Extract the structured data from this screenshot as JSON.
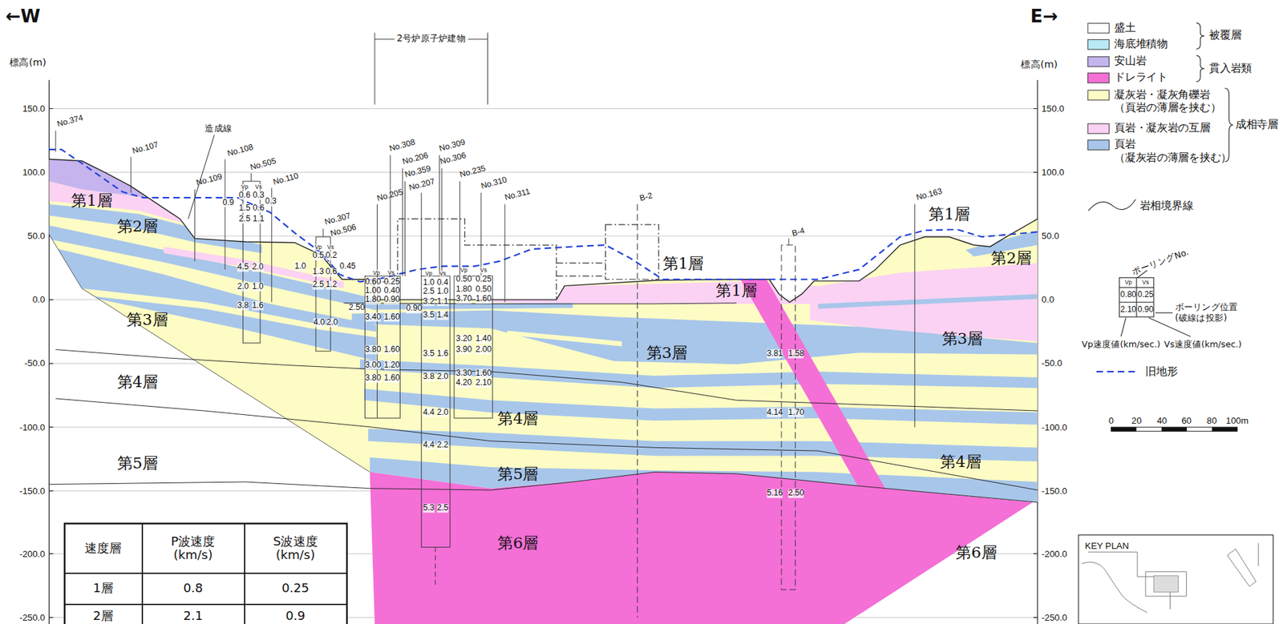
{
  "diagram": {
    "labels": [
      "←W",
      "E→",
      "標高(m)",
      "標高(m)",
      "150.0",
      "100.0",
      "50.0",
      "0.0",
      "-50.0",
      "-100.0",
      "-150.0",
      "-200.0",
      "-250.0",
      "150.0",
      "100.0",
      "50.0",
      "0.0",
      "-50.0",
      "-100.0",
      "-150.0",
      "-200.0",
      "-250.0",
      "2号炉原子炉建物",
      "造成線",
      "No.374",
      "No.107",
      "No.108",
      "No.109",
      "No.505",
      "No.110",
      "No.307",
      "No.506",
      "No.308",
      "No.206",
      "No.309",
      "No.359",
      "No.306",
      "No.207",
      "No.205",
      "No.235",
      "No.310",
      "No.311",
      "B-2",
      "B-4",
      "No.163",
      "第1層",
      "第2層",
      "第3層",
      "第4層",
      "第5層",
      "第1層",
      "第1層",
      "第3層",
      "第4層",
      "第5層",
      "第6層",
      "第1層",
      "第2層",
      "第3層",
      "第4層",
      "第6層",
      "Vp",
      "Vs",
      "0.6",
      "0.3",
      "0.9",
      "0.3",
      "1.5",
      "0.6",
      "2.5",
      "1.1",
      "4.5",
      "2.0",
      "2.0",
      "1.0",
      "3.8",
      "1.6",
      "Vp",
      "Vs",
      "0.5",
      "0.2",
      "1.0",
      "0.45",
      "1.3",
      "0.6",
      "2.5",
      "1.2",
      "4.0",
      "2.0",
      "Vp",
      "Vs",
      "0.60",
      "0.25",
      "1.00",
      "0.40",
      "1.80",
      "0.90",
      "2.50",
      "0.90",
      "3.40",
      "1.60",
      "3.80",
      "1.60",
      "3.00",
      "1.20",
      "3.80",
      "1.60",
      "Vp",
      "Vs",
      "1.0",
      "0.4",
      "2.5",
      "1.0",
      "3.2",
      "1.1",
      "3.5",
      "1.4",
      "3.5",
      "1.6",
      "3.8",
      "2.0",
      "4.4",
      "2.0",
      "4.4",
      "2.2",
      "5.3",
      "2.5",
      "Vp",
      "Vs",
      "0.50",
      "0.25",
      "1.80",
      "0.50",
      "3.70",
      "1.60",
      "3.20",
      "1.40",
      "3.90",
      "2.00",
      "3.30",
      "1.60",
      "4.20",
      "2.10",
      "3.81",
      "1.58",
      "4.14",
      "1.70",
      "5.16",
      "2.50",
      "速度層",
      "P波速度 (km/s)",
      "S波速度 (km/s)",
      "1層",
      "0.8",
      "0.25",
      "2層",
      "2.1",
      "0.9",
      "被覆層",
      "貫入岩類",
      "成相寺層",
      "ボーリングNo.",
      "Vp",
      "Vs",
      "0.80",
      "0.25",
      "2.10",
      "0.90",
      "ボーリング位置 (破線は投影)",
      "Vp速度値(km/sec.)",
      "Vs速度値(km/sec.)",
      "0",
      "20",
      "40",
      "60",
      "80",
      "100m",
      "KEY PLAN"
    ],
    "legend": [
      {
        "text": "盛土",
        "color": "#ffffff"
      },
      {
        "text": "海底堆積物",
        "color": "#b8ebf5"
      },
      {
        "text": "安山岩",
        "color": "#c6b4ee"
      },
      {
        "text": "ドレライト",
        "color": "#f46fd6"
      },
      {
        "text": "凝灰岩・凝灰角礫岩 （頁岩の薄層を挟む）",
        "color": "#fdfcc4"
      },
      {
        "text": "頁岩・凝灰岩の互層",
        "color": "#fbd2f3"
      },
      {
        "text": "頁岩 （凝灰岩の薄層を挟む）",
        "color": "#a8c6ea"
      },
      {
        "text": "岩相境界線"
      },
      {
        "text": "旧地形"
      }
    ]
  }
}
